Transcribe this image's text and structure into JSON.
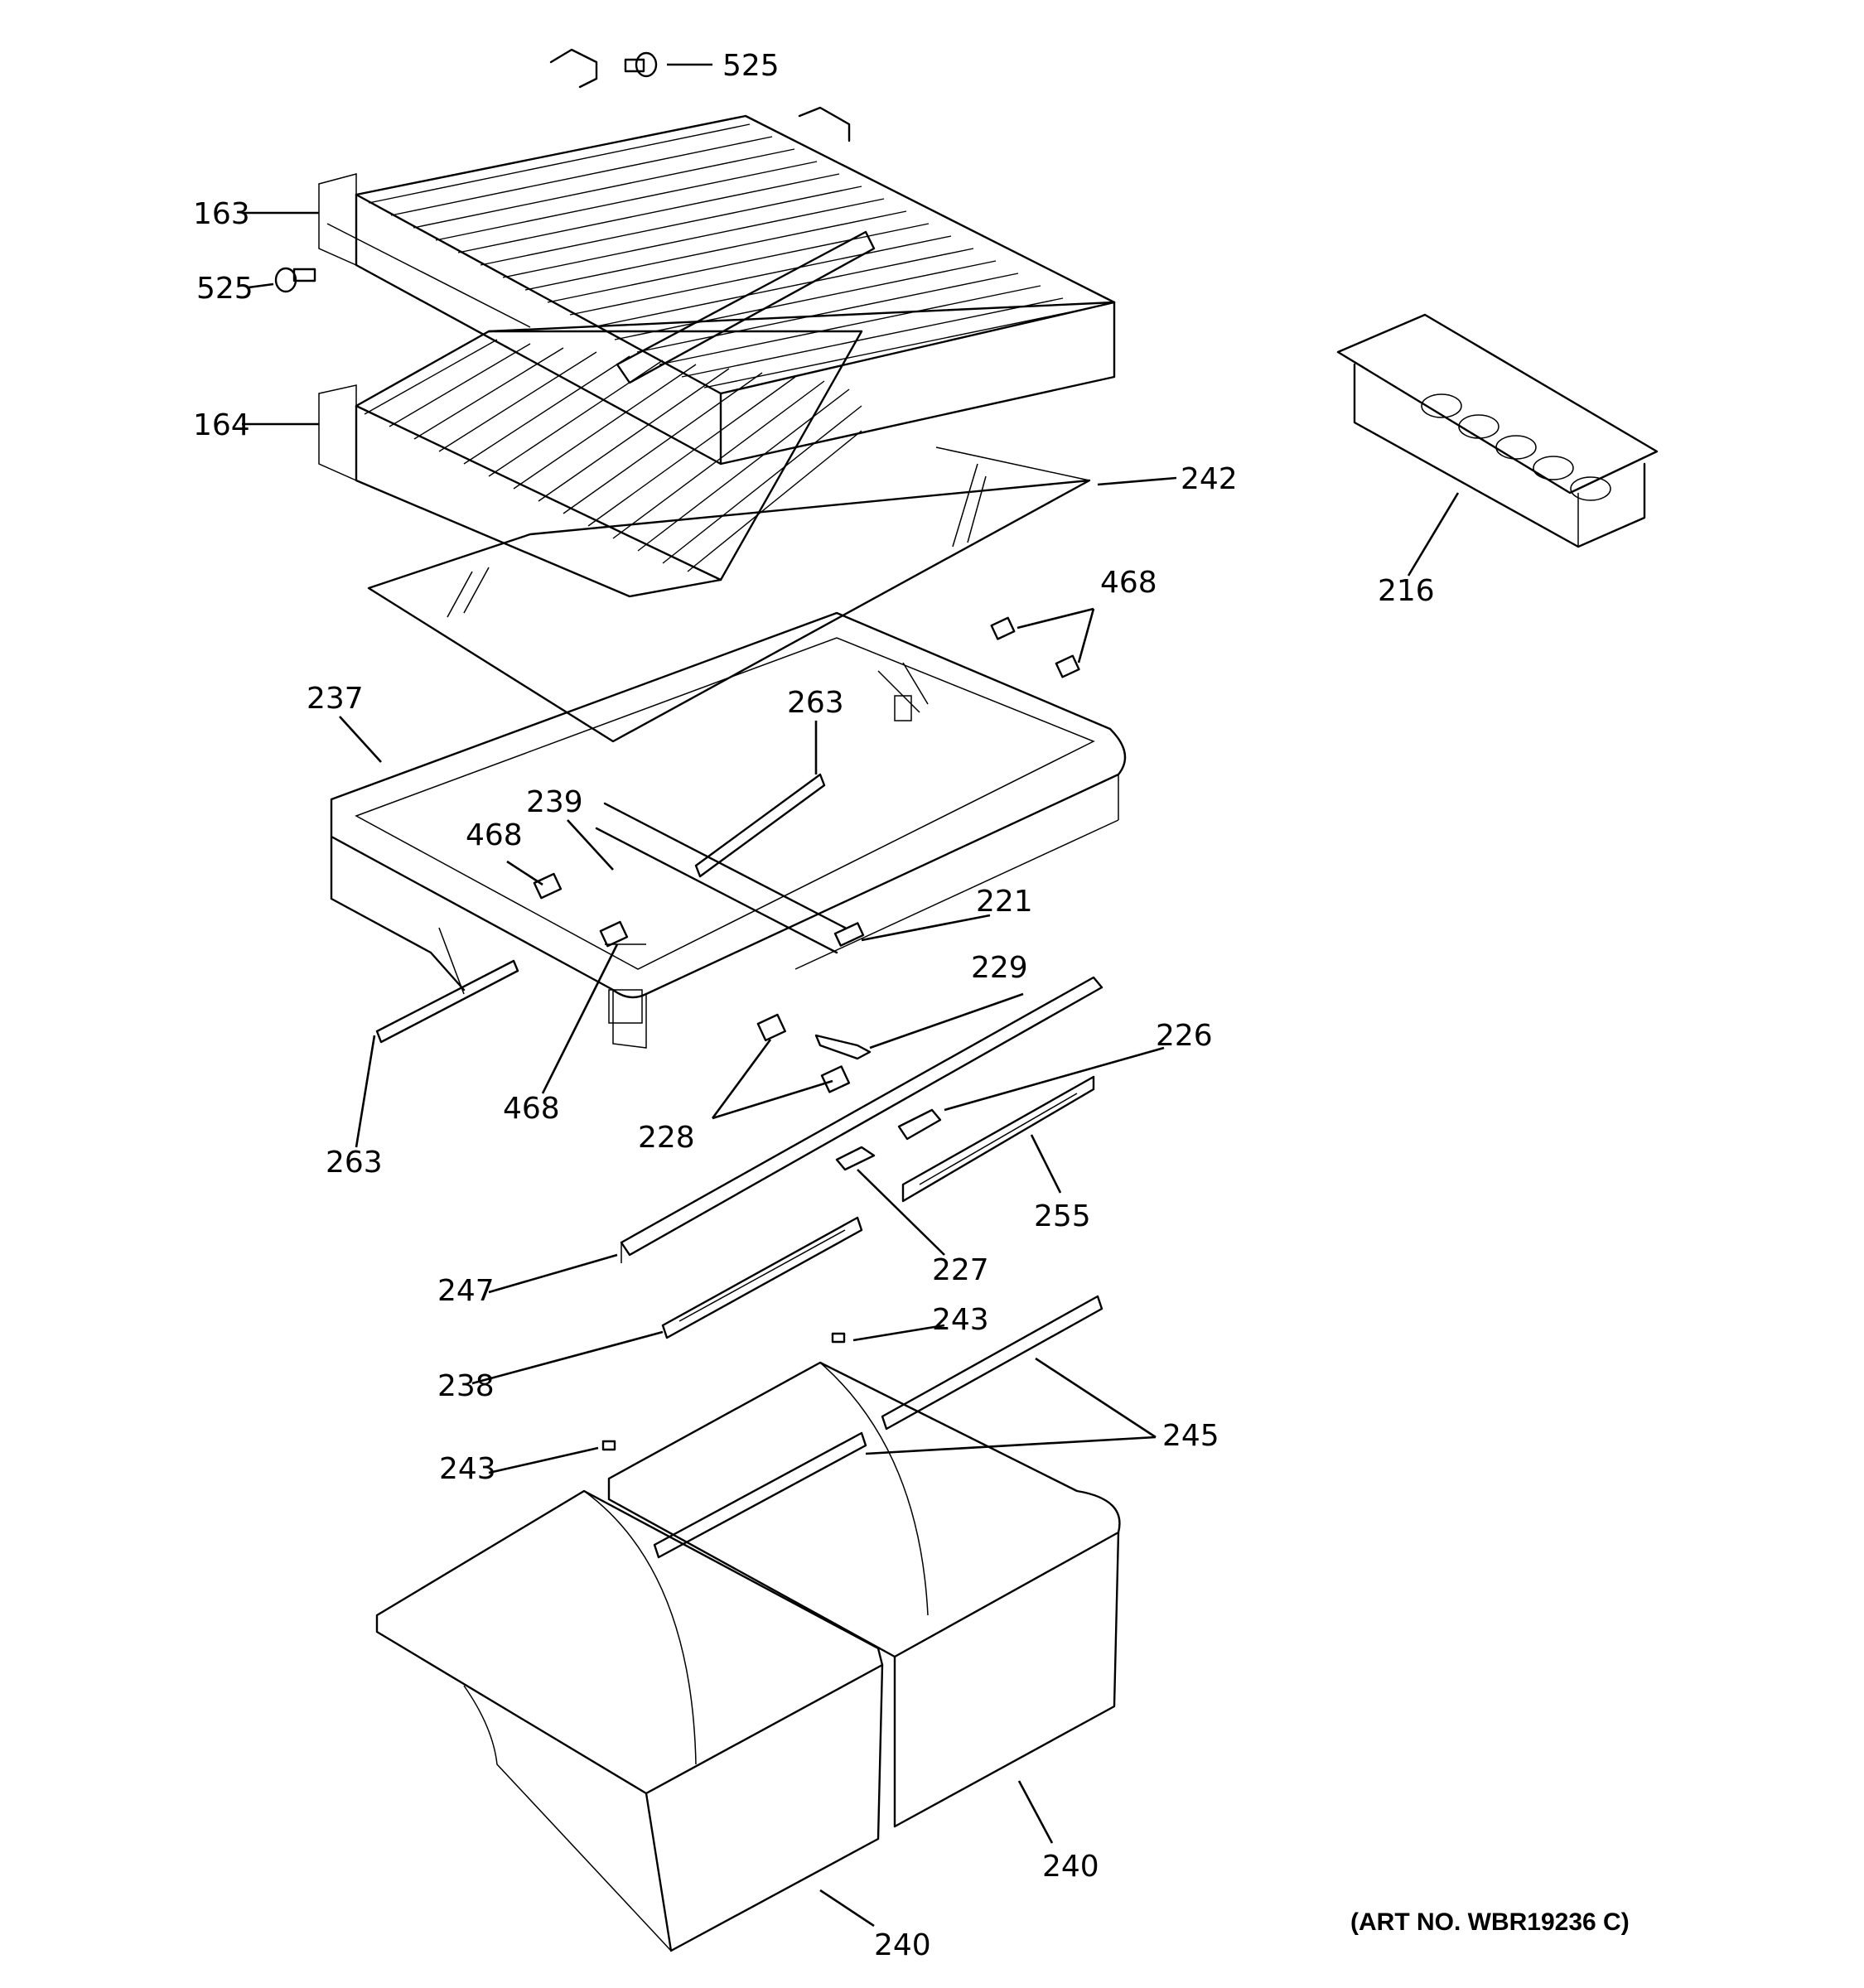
{
  "art_number": "(ART NO. WBR19236 C)",
  "callouts": {
    "c525a": "525",
    "c163": "163",
    "c525b": "525",
    "c164": "164",
    "c242": "242",
    "c216": "216",
    "c468a": "468",
    "c237": "237",
    "c263a": "263",
    "c239": "239",
    "c468b": "468",
    "c221": "221",
    "c229": "229",
    "c226": "226",
    "c468c": "468",
    "c228": "228",
    "c263b": "263",
    "c255": "255",
    "c227": "227",
    "c247": "247",
    "c243a": "243",
    "c238": "238",
    "c245": "245",
    "c243b": "243",
    "c240a": "240",
    "c240b": "240"
  }
}
